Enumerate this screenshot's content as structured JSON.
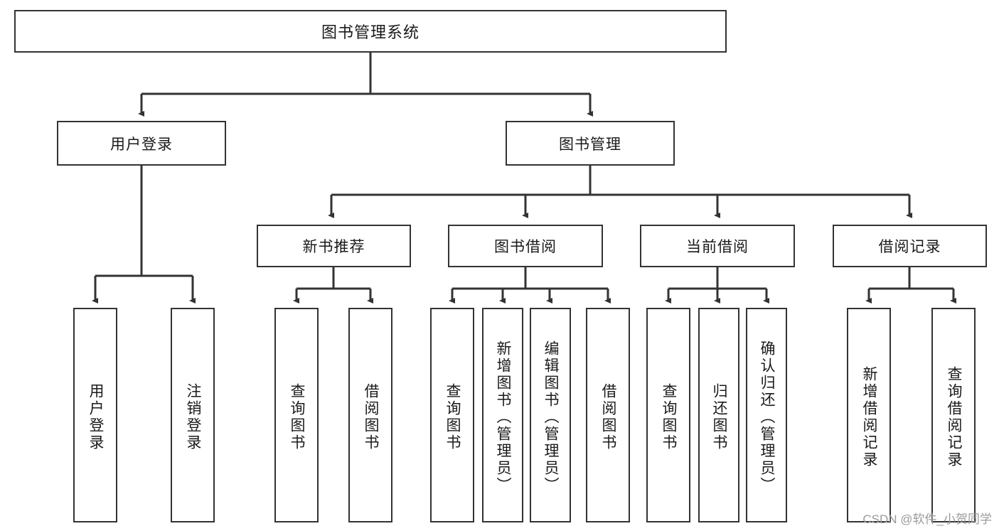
{
  "diagram": {
    "title": "图书管理系统",
    "type": "tree-hierarchy-diagram",
    "colors": {
      "box_border": "#333333",
      "box_fill": "#ffffff",
      "connector": "#333333",
      "text": "#1a1a1a",
      "watermark": "#9a9a9a"
    },
    "root": {
      "label": "图书管理系统"
    },
    "level2": [
      {
        "id": "user-login",
        "label": "用户登录"
      },
      {
        "id": "book-management",
        "label": "图书管理"
      }
    ],
    "level3": [
      {
        "id": "new-book-recommend",
        "label": "新书推荐"
      },
      {
        "id": "book-borrow",
        "label": "图书借阅"
      },
      {
        "id": "current-borrow",
        "label": "当前借阅"
      },
      {
        "id": "borrow-record",
        "label": "借阅记录"
      }
    ],
    "leaves": {
      "user_login": [
        {
          "id": "leaf-user-login",
          "label": "用户登录"
        },
        {
          "id": "leaf-logout",
          "label": "注销登录"
        }
      ],
      "new_book_recommend": [
        {
          "id": "leaf-query-book-1",
          "label": "查询图书"
        },
        {
          "id": "leaf-borrow-book-1",
          "label": "借阅图书"
        }
      ],
      "book_borrow": [
        {
          "id": "leaf-query-book-2",
          "label": "查询图书"
        },
        {
          "id": "leaf-add-book",
          "label": "新增图书（管理员）"
        },
        {
          "id": "leaf-edit-book",
          "label": "编辑图书（管理员）"
        },
        {
          "id": "leaf-borrow-book-2",
          "label": "借阅图书"
        }
      ],
      "current_borrow": [
        {
          "id": "leaf-query-book-3",
          "label": "查询图书"
        },
        {
          "id": "leaf-return-book",
          "label": "归还图书"
        },
        {
          "id": "leaf-confirm-return",
          "label": "确认归还（管理员）"
        }
      ],
      "borrow_record": [
        {
          "id": "leaf-add-record",
          "label": "新增借阅记录"
        },
        {
          "id": "leaf-query-record",
          "label": "查询借阅记录"
        }
      ]
    }
  },
  "watermark": {
    "text": "CSDN @软件_小贺同学"
  }
}
